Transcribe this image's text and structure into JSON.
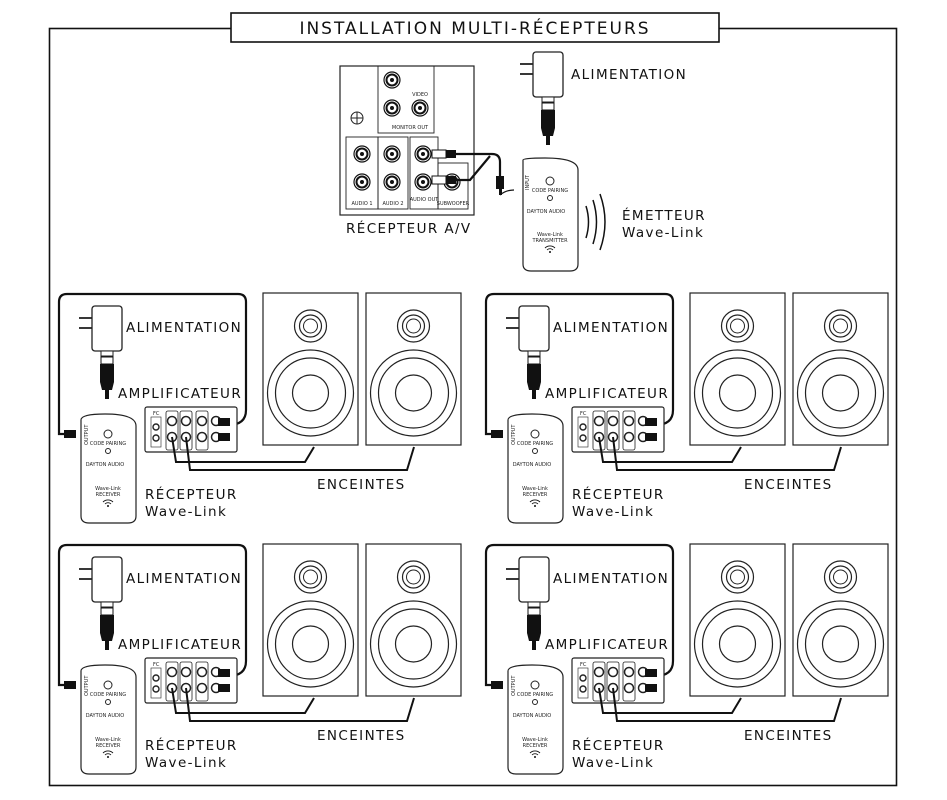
{
  "title": "INSTALLATION MULTI-RÉCEPTEURS",
  "source": {
    "receiver_label": "RÉCEPTEUR A/V",
    "power_label": "ALIMENTATION",
    "transmitter_label_line1": "ÉMETTEUR",
    "transmitter_label_line2": "Wave-Link",
    "panel": {
      "monitor_out": "MONITOR OUT",
      "video": "VIDEO",
      "audio1": "AUDIO 1",
      "audio2": "AUDIO 2",
      "audio_out": "AUDIO OUT",
      "subwoofer": "SUBWOOFER"
    },
    "tx_device": {
      "input": "INPUT",
      "code_pairing": "CODE PAIRING",
      "brand": "DAYTON AUDIO",
      "name": "Wave-Link",
      "type": "TRANSMITTER"
    }
  },
  "zone_labels": {
    "power": "ALIMENTATION",
    "amplifier": "AMPLIFICATEUR",
    "speakers": "ENCEINTES",
    "receiver_line1": "RÉCEPTEUR",
    "receiver_line2": "Wave-Link",
    "rx_output": "OUTPUT",
    "rx_code_pairing": "CODE PAIRING",
    "rx_brand": "DAYTON AUDIO",
    "rx_name": "Wave-Link",
    "rx_type": "RECEIVER"
  },
  "zone_count": 4
}
